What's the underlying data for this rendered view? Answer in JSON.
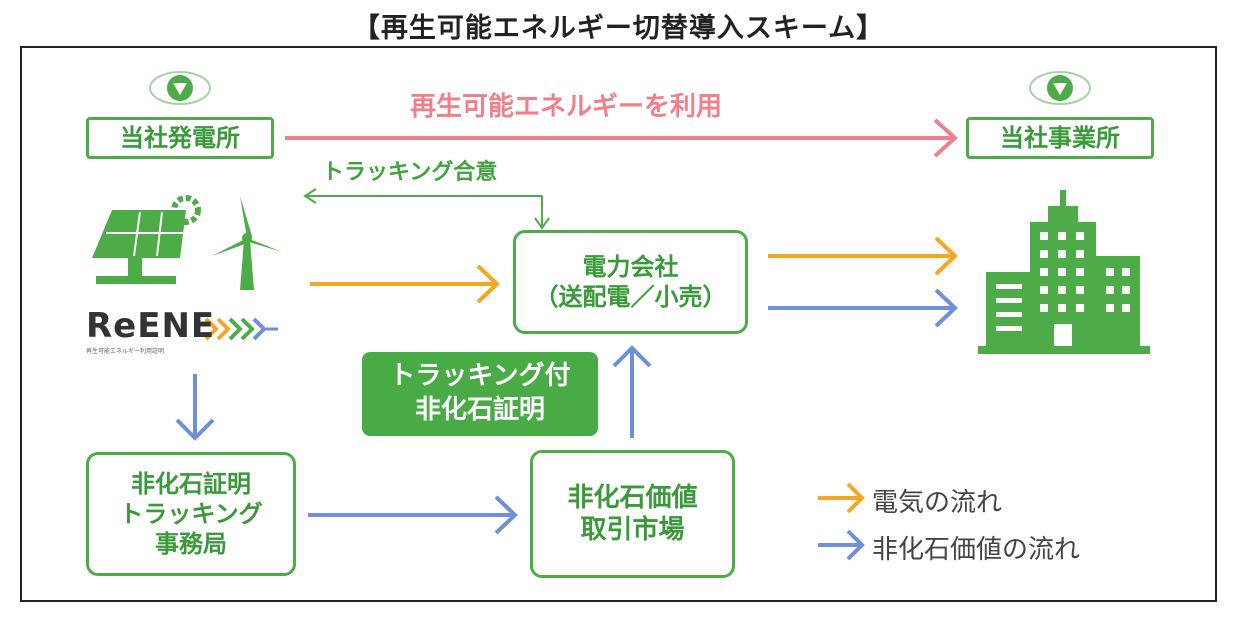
{
  "title": "【再生可能エネルギー切替導入スキーム】",
  "nodes": {
    "own_plant": "当社発電所",
    "own_office": "当社事業所",
    "power_company_line1": "電力会社",
    "power_company_line2": "（送配電／小売）",
    "registry_line1": "非化石証明",
    "registry_line2": "トラッキング",
    "registry_line3": "事務局",
    "market_line1": "非化石価値",
    "market_line2": "取引市場",
    "certificate_line1": "トラッキング付",
    "certificate_line2": "非化石証明",
    "reene_logo": "ReENE",
    "reene_subtitle": "再生可能エネルギー利用証明"
  },
  "arrow_labels": {
    "renewable_use": "再生可能エネルギーを利用",
    "tracking_agreement": "トラッキング合意"
  },
  "legend": {
    "electricity": "電気の流れ",
    "non_fossil": "非化石価値の流れ"
  },
  "colors": {
    "green": "#4dac48",
    "pink": "#ef7f8a",
    "orange": "#f5a623",
    "blue": "#6f8fd8"
  }
}
